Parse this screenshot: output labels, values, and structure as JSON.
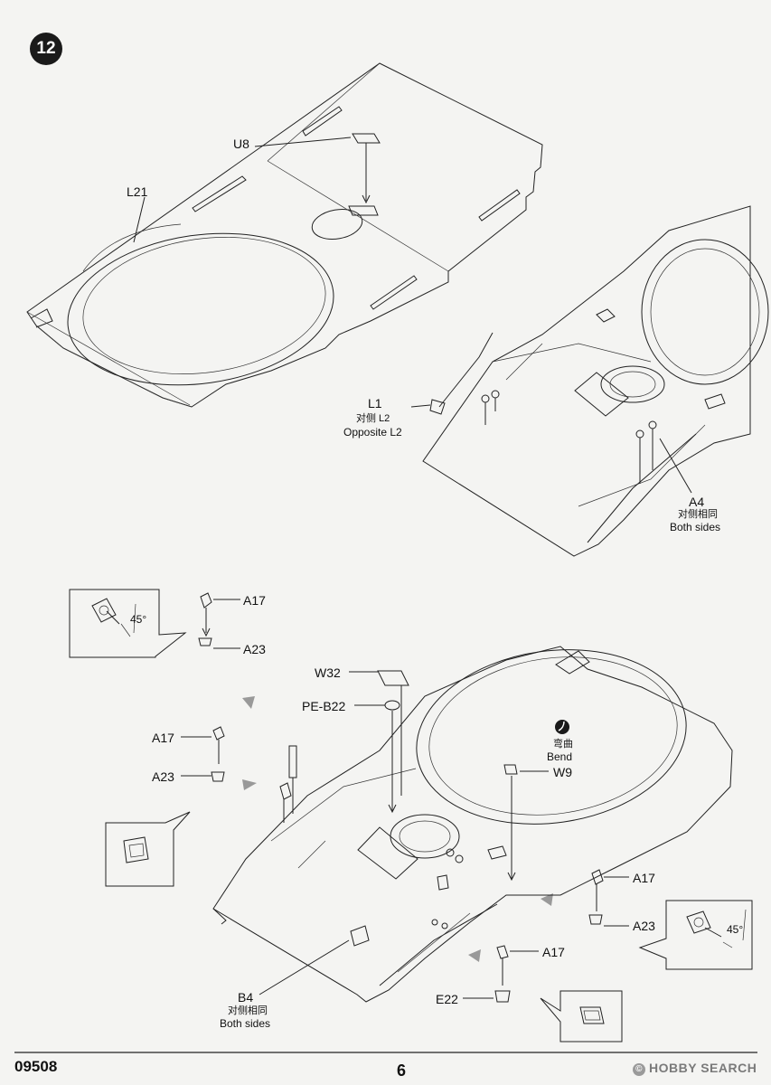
{
  "step": {
    "number": "12"
  },
  "labels": {
    "u8": "U8",
    "l21": "L21",
    "l1": "L1",
    "l1_cn": "对侧 L2",
    "l1_en": "Opposite L2",
    "a4": "A4",
    "a4_cn": "对侧相同",
    "a4_en": "Both sides",
    "a17_top": "A17",
    "a23_top": "A23",
    "angle_left": "45°",
    "w32": "W32",
    "peb22": "PE-B22",
    "bend_cn": "弯曲",
    "bend_en": "Bend",
    "w9": "W9",
    "a17_left": "A17",
    "a23_left": "A23",
    "a17_right": "A17",
    "a23_right": "A23",
    "angle_right": "45°",
    "a17_bottom": "A17",
    "e22": "E22",
    "b4": "B4",
    "b4_cn": "对侧相同",
    "b4_en": "Both sides"
  },
  "footer": {
    "code": "09508",
    "page": "6"
  },
  "watermark": {
    "text": "HOBBY SEARCH",
    "symbol": "©"
  },
  "icons": [
    "step-badge",
    "bend-icon",
    "assembly-arrow-icon"
  ]
}
